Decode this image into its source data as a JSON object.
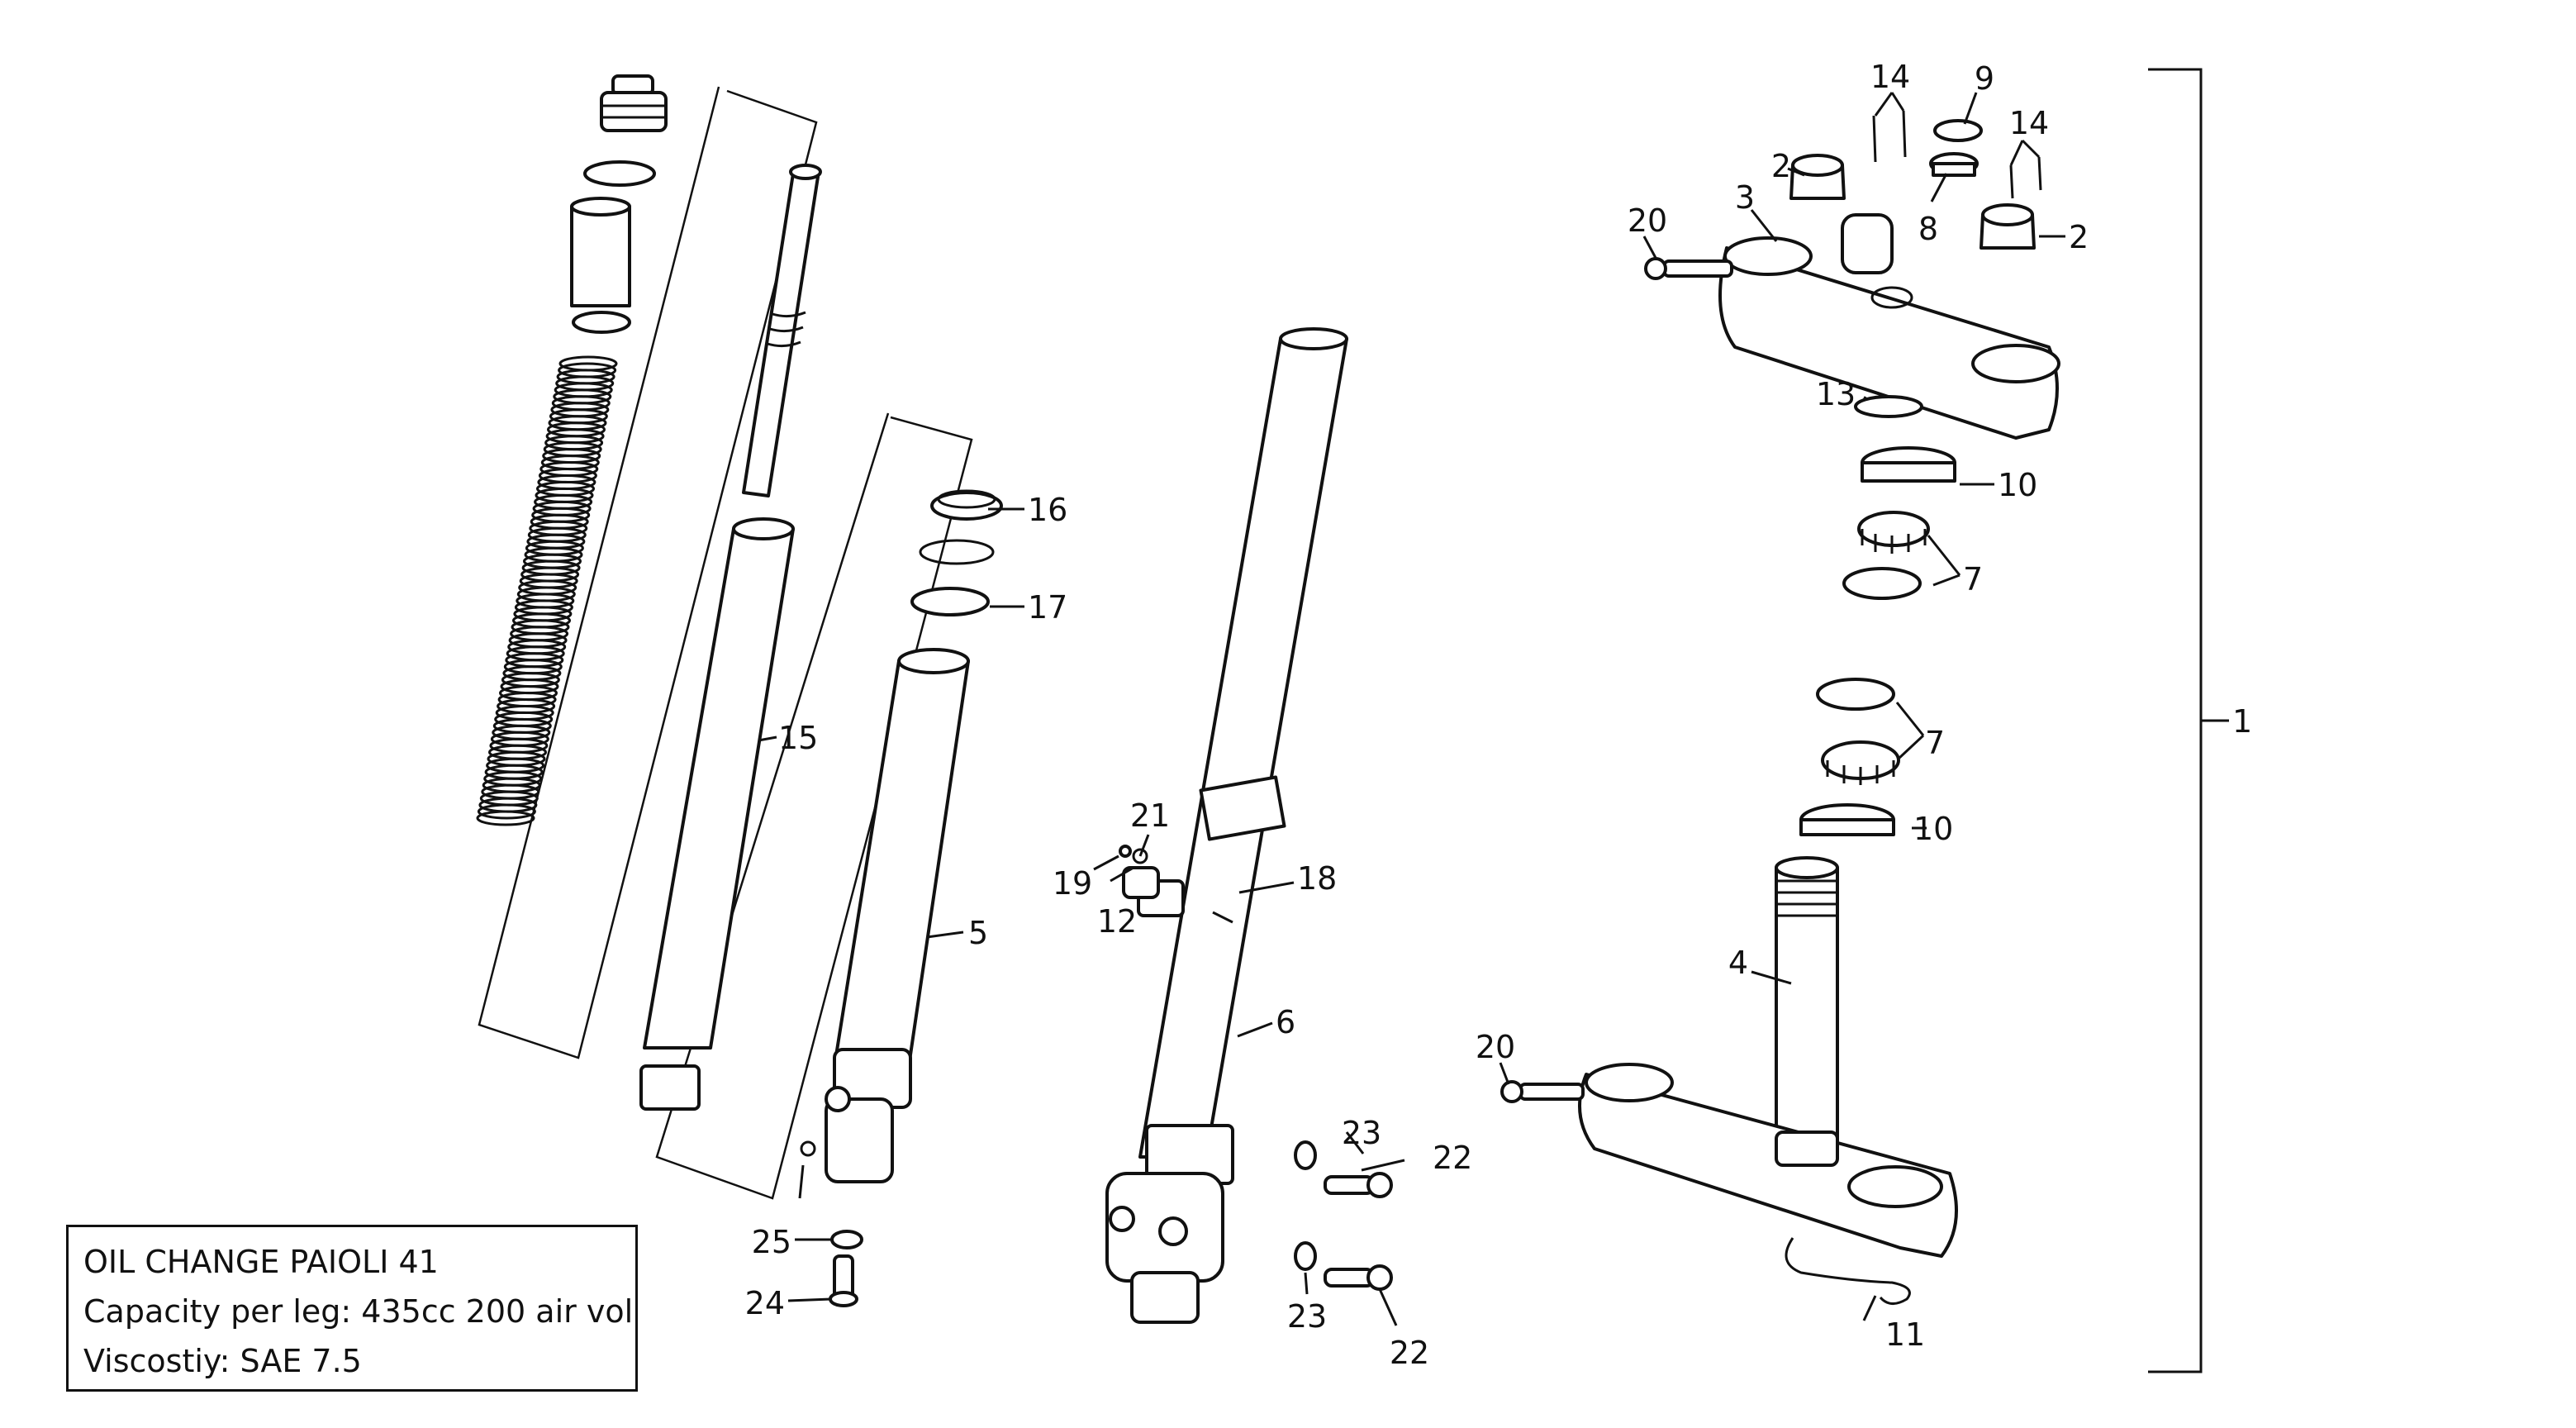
{
  "callouts": {
    "c1": "1",
    "c2a": "2",
    "c2b": "2",
    "c3": "3",
    "c4": "4",
    "c5": "5",
    "c6": "6",
    "c7a": "7",
    "c7b": "7",
    "c8": "8",
    "c9": "9",
    "c10a": "10",
    "c10b": "10",
    "c11": "11",
    "c12": "12",
    "c13": "13",
    "c14a": "14",
    "c14b": "14",
    "c15": "15",
    "c16": "16",
    "c17": "17",
    "c18": "18",
    "c19": "19",
    "c20a": "20",
    "c20b": "20",
    "c21": "21",
    "c22a": "22",
    "c22b": "22",
    "c23a": "23",
    "c23b": "23",
    "c24": "24",
    "c25": "25"
  },
  "note": {
    "title": "OIL CHANGE PAIOLI 41",
    "capacity": "Capacity per leg: 435cc 200 air vol",
    "viscosity": "Viscostiy: SAE 7.5"
  }
}
